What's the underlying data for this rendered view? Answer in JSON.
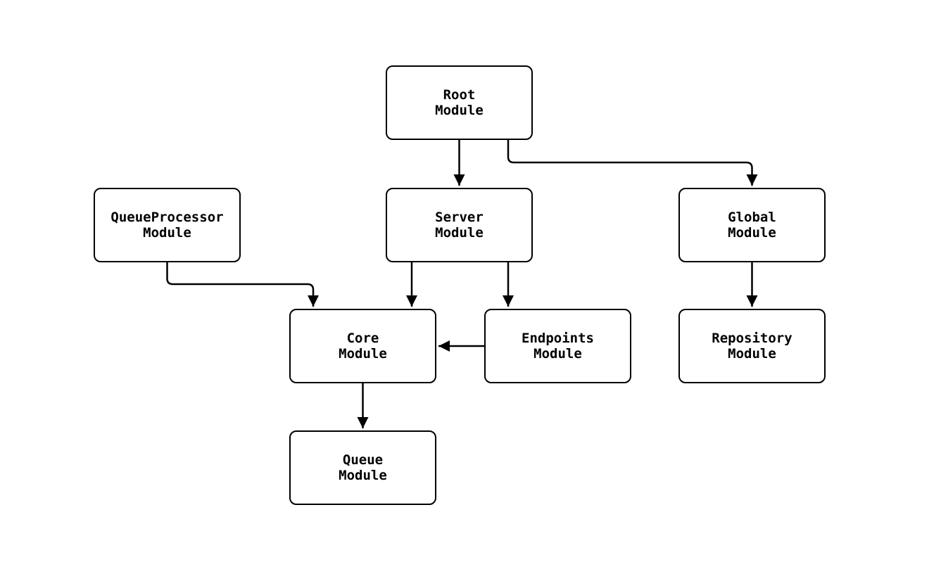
{
  "diagram": {
    "type": "flowchart",
    "background_color": "#ffffff",
    "node_fill_color": "#ffffff",
    "node_border_color": "#000000",
    "edge_color": "#000000",
    "text_color": "#000000",
    "nodes": {
      "root": {
        "line1": "Root",
        "line2": "Module"
      },
      "queueProcessor": {
        "line1": "QueueProcessor",
        "line2": "Module"
      },
      "server": {
        "line1": "Server",
        "line2": "Module"
      },
      "global": {
        "line1": "Global",
        "line2": "Module"
      },
      "core": {
        "line1": "Core",
        "line2": "Module"
      },
      "endpoints": {
        "line1": "Endpoints",
        "line2": "Module"
      },
      "repository": {
        "line1": "Repository",
        "line2": "Module"
      },
      "queue": {
        "line1": "Queue",
        "line2": "Module"
      }
    },
    "edges": [
      {
        "from": "Root Module",
        "to": "Server Module"
      },
      {
        "from": "Root Module",
        "to": "Global Module"
      },
      {
        "from": "QueueProcessor Module",
        "to": "Core Module"
      },
      {
        "from": "Server Module",
        "to": "Core Module"
      },
      {
        "from": "Server Module",
        "to": "Endpoints Module"
      },
      {
        "from": "Endpoints Module",
        "to": "Core Module"
      },
      {
        "from": "Global Module",
        "to": "Repository Module"
      },
      {
        "from": "Core Module",
        "to": "Queue Module"
      }
    ]
  }
}
